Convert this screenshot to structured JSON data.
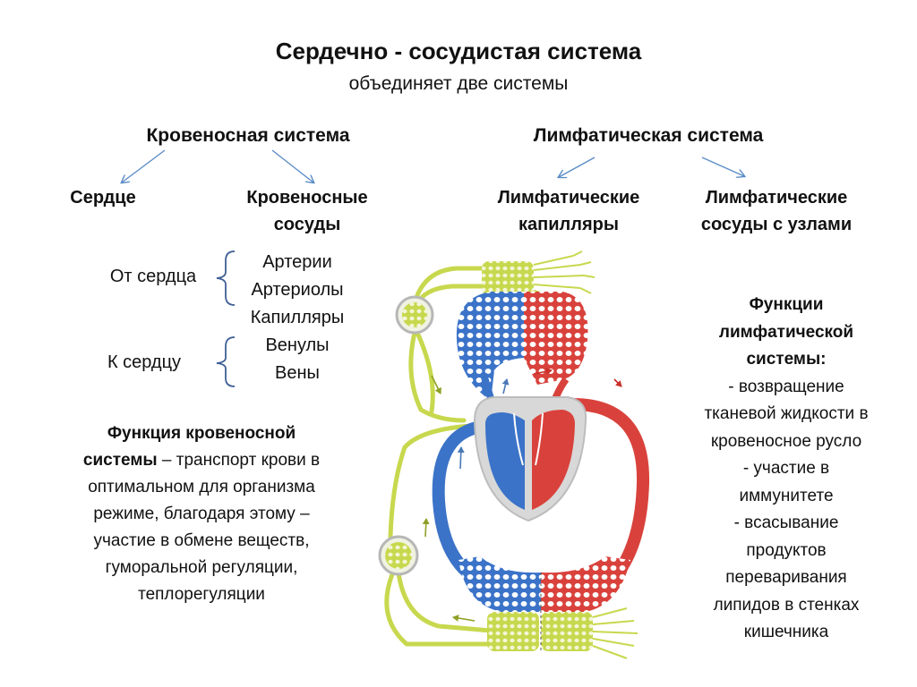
{
  "title": "Сердечно - сосудистая система",
  "subtitle": "объединяет две системы",
  "blood_system": {
    "heading": "Кровеносная система",
    "child_heart": "Сердце",
    "child_vessels": [
      "Кровеносные",
      "сосуды"
    ],
    "from_heart_label": "От сердца",
    "to_heart_label": "К сердцу",
    "vessels": [
      "Артерии",
      "Артериолы",
      "Капилляры",
      "Венулы",
      "Вены"
    ],
    "function": {
      "bold_lead": "Функция кровеносной",
      "bold_word": "системы",
      "rest_first": " – транспорт крови в",
      "lines": [
        "оптимальном для организма",
        "режиме, благодаря этому –",
        "участие в обмене веществ,",
        "гуморальной регуляции,",
        "теплорегуляции"
      ]
    }
  },
  "lymph_system": {
    "heading": "Лимфатическая система",
    "child_capillaries": [
      "Лимфатические",
      "капилляры"
    ],
    "child_vessels": [
      "Лимфатические",
      "сосуды с узлами"
    ],
    "function_heading": [
      "Функции",
      "лимфатической",
      "системы:"
    ],
    "function_lines": [
      "- возвращение",
      "тканевой жидкости в",
      "кровеносное русло",
      "- участие в",
      "иммунитете",
      "- всасывание",
      "продуктов",
      "переваривания",
      "липидов в стенках",
      "кишечника"
    ]
  },
  "colors": {
    "arrow": "#5b8cc6",
    "brace": "#3f5f95",
    "lymph": "#c8d84e",
    "lymph_dark": "#a3b42c",
    "venous_blue": "#3b73c8",
    "arterial_red": "#d9423c",
    "heart_gray": "#d8d8d8"
  }
}
